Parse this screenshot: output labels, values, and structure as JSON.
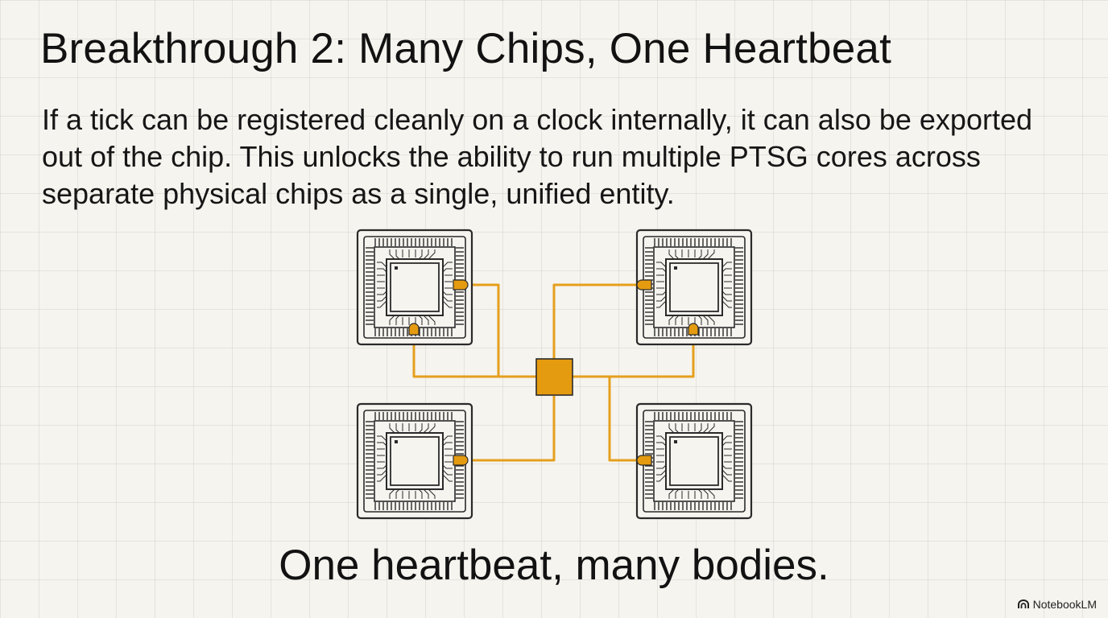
{
  "title": "Breakthrough 2: Many Chips, One Heartbeat",
  "body": "If a tick can be registered cleanly on a clock internally, it can also be exported out of the chip. This unlocks the ability to run multiple PTSG cores  across separate physical chips as a single, unified entity.",
  "tagline": "One heartbeat, many bodies.",
  "watermark": {
    "label": "NotebookLM",
    "icon": "notebooklm-logo-icon"
  },
  "diagram": {
    "chip_icon": "microchip-icon",
    "hub_icon": "clock-hub-square",
    "chip_count": 4,
    "colors": {
      "wire": "#e59f1d",
      "hub_fill": "#e59b10",
      "chip_stroke": "#2a2a2a",
      "background": "#f5f4ef"
    }
  }
}
